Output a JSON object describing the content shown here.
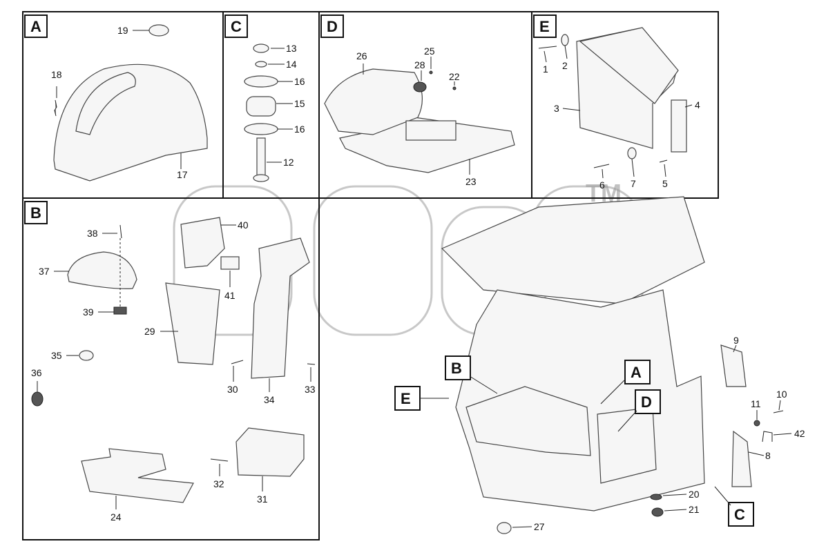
{
  "watermark": {
    "text": "dncp",
    "tm": "TM"
  },
  "panels": {
    "A": {
      "letter": "A",
      "parts": [
        "19",
        "18",
        "17"
      ]
    },
    "B": {
      "letter": "B",
      "parts": [
        "38",
        "40",
        "37",
        "41",
        "39",
        "29",
        "35",
        "30",
        "33",
        "34",
        "36",
        "32",
        "31",
        "24"
      ]
    },
    "C": {
      "letter": "C",
      "parts": [
        "13",
        "14",
        "16",
        "15",
        "16",
        "12"
      ]
    },
    "D": {
      "letter": "D",
      "parts": [
        "26",
        "25",
        "28",
        "22",
        "23"
      ]
    },
    "E": {
      "letter": "E",
      "parts": [
        "1",
        "2",
        "3",
        "4",
        "6",
        "7",
        "5"
      ]
    }
  },
  "main_callouts": {
    "B": "B",
    "A": "A",
    "E": "E",
    "D": "D",
    "C": "C"
  },
  "main_parts": [
    "9",
    "10",
    "11",
    "42",
    "8",
    "20",
    "21",
    "27"
  ],
  "labels": {
    "p19": "19",
    "p18": "18",
    "p17": "17",
    "p13": "13",
    "p14": "14",
    "p16a": "16",
    "p15": "15",
    "p16b": "16",
    "p12": "12",
    "p26": "26",
    "p25": "25",
    "p28": "28",
    "p22": "22",
    "p23": "23",
    "p1": "1",
    "p2": "2",
    "p3": "3",
    "p4": "4",
    "p6": "6",
    "p7": "7",
    "p5": "5",
    "p38": "38",
    "p40": "40",
    "p37": "37",
    "p41": "41",
    "p39": "39",
    "p29": "29",
    "p35": "35",
    "p30": "30",
    "p33": "33",
    "p34": "34",
    "p36": "36",
    "p32": "32",
    "p31": "31",
    "p24": "24",
    "p9": "9",
    "p10": "10",
    "p11": "11",
    "p42": "42",
    "p8": "8",
    "p20": "20",
    "p21": "21",
    "p27": "27"
  }
}
